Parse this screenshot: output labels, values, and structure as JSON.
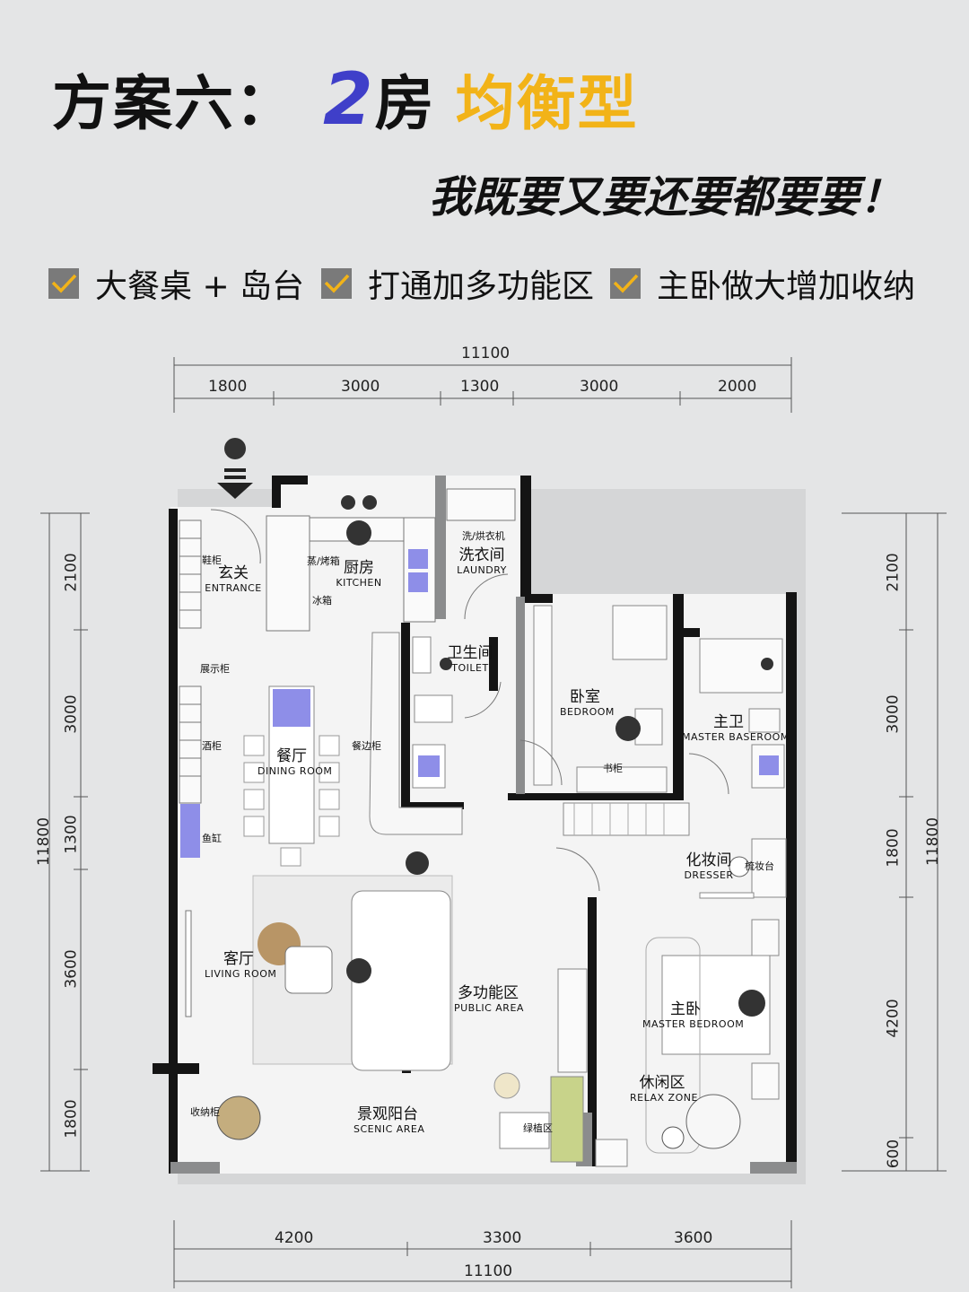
{
  "header": {
    "prefix": "方案六：",
    "room_count": "2",
    "room_unit": "房",
    "type": "均衡型",
    "subtitle": "我既要又要还要都要要！"
  },
  "features": [
    {
      "label": "大餐桌 + 岛台"
    },
    {
      "label": "打通加多功能区"
    },
    {
      "label": "主卧做大增加收纳"
    }
  ],
  "dimensions": {
    "top_total": "11100",
    "top": [
      "1800",
      "3000",
      "1300",
      "3000",
      "2000"
    ],
    "bottom": [
      "4200",
      "3300",
      "3600"
    ],
    "bottom_total": "11100",
    "left": [
      "2100",
      "3000",
      "1300",
      "3600",
      "1800"
    ],
    "left_total": "11800",
    "right": [
      "2100",
      "3000",
      "1800",
      "4200",
      "600"
    ],
    "right_total": "11800"
  },
  "rooms": {
    "entrance": {
      "cn": "玄关",
      "en": "ENTRANCE"
    },
    "kitchen": {
      "cn": "厨房",
      "en": "KITCHEN"
    },
    "laundry": {
      "cn": "洗衣间",
      "en": "LAUNDRY"
    },
    "toilet": {
      "cn": "卫生间",
      "en": "TOILET"
    },
    "bedroom": {
      "cn": "卧室",
      "en": "BEDROOM"
    },
    "master_bath": {
      "cn": "主卫",
      "en": "MASTER BASEROOM"
    },
    "dining": {
      "cn": "餐厅",
      "en": "DINING ROOM"
    },
    "dresser": {
      "cn": "化妆间",
      "en": "DRESSER"
    },
    "living": {
      "cn": "客厅",
      "en": "LIVING ROOM"
    },
    "multi": {
      "cn": "多功能区",
      "en": "PUBLIC AREA"
    },
    "master_bed": {
      "cn": "主卧",
      "en": "MASTER BEDROOM"
    },
    "relax": {
      "cn": "休闲区",
      "en": "RELAX ZONE"
    },
    "scenic": {
      "cn": "景观阳台",
      "en": "SCENIC AREA"
    }
  },
  "annotations": {
    "shoe_cabinet": "鞋柜",
    "display_cabinet": "展示柜",
    "wine_cabinet": "酒柜",
    "fish_tank": "鱼缸",
    "storage_cabinet": "收纳柜",
    "steam_oven": "蒸/烤箱",
    "fridge": "冰箱",
    "washer_dryer": "洗/烘衣机",
    "sideboard": "餐边柜",
    "desk": "书柜",
    "vanity": "梳妆台",
    "planter": "绿植区"
  },
  "colors": {
    "accent_blue": "#3f3fc9",
    "accent_yellow": "#f2b318",
    "check_gray": "#7a7a7a",
    "wall": "#141414",
    "fixture_blue": "#8e8ee8"
  }
}
